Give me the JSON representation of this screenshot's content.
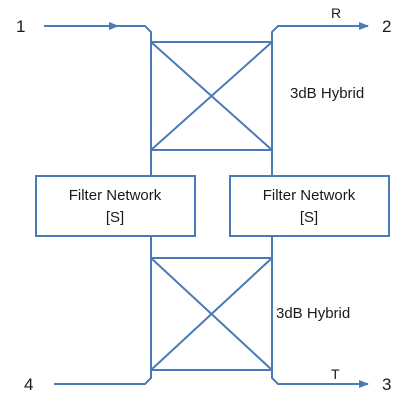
{
  "ports": {
    "p1": "1",
    "p2": "2",
    "p3": "3",
    "p4": "4",
    "reflected": "R",
    "transmitted": "T"
  },
  "hybrids": {
    "top_label": "3dB Hybrid",
    "bottom_label": "3dB Hybrid"
  },
  "filters": {
    "left": {
      "line1": "Filter Network",
      "line2": "[S]"
    },
    "right": {
      "line1": "Filter Network",
      "line2": "[S]"
    }
  },
  "colors": {
    "line": "#4a7ab8",
    "text": "#1a1a1a"
  }
}
